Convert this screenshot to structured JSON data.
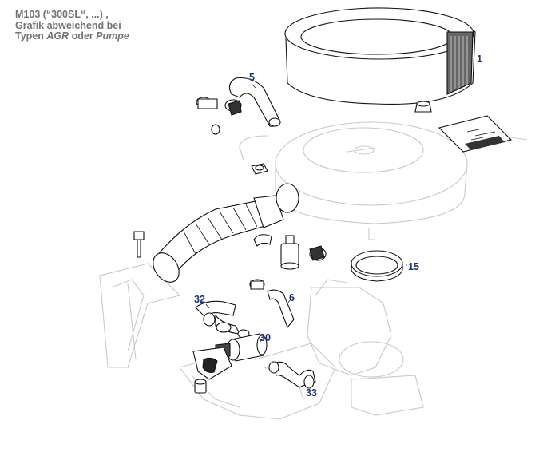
{
  "caption": {
    "line1": "M103 (“300SL“, ...) ,",
    "line2": "Grafik abweichend bei",
    "line3_prefix": "Typen ",
    "line3_agr": "AGR",
    "line3_mid": " oder ",
    "line3_pumpe": "Pumpe"
  },
  "callouts": {
    "c1": "1",
    "c5": "5",
    "c6": "6",
    "c15": "15",
    "c30": "30",
    "c32": "32",
    "c33": "33"
  },
  "colors": {
    "callout": "#1c3277",
    "caption": "#737373",
    "ghost_outline": "#c9c9c9",
    "ink": "#111111"
  }
}
